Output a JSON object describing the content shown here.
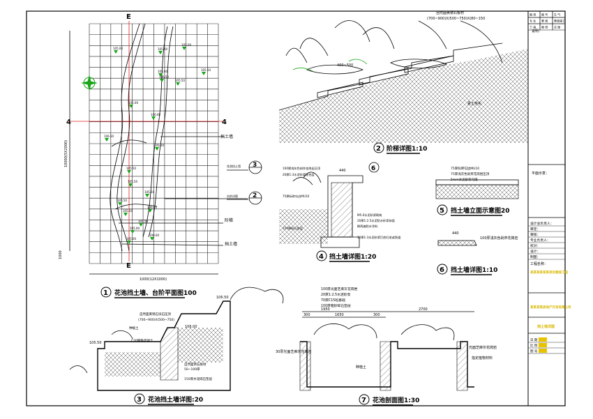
{
  "plan": {
    "label_e_top": "E",
    "label_e_bottom": "E",
    "label_4_left": "4",
    "label_4_right": "4",
    "elevations": [
      "105.00",
      "105.00",
      "105.50",
      "106.50",
      "105.00",
      "105.50",
      "105.00",
      "106.00",
      "106.50",
      "105.00",
      "105.50",
      "105.50",
      "106.00",
      "105.50",
      "105.50",
      "105.00",
      "105.00",
      "105.00",
      "106.00",
      "105.50",
      "105.50"
    ],
    "vdim": "10000(5X2000)",
    "hdim": "1000(12X1000)",
    "small_dim": "1000",
    "retaining_wall": "挡土墙",
    "steps": "阶梯",
    "retaining_wall2": "挡土墙",
    "callout_3_text": "花池挡土墙",
    "callout_2_text": "台阶详图",
    "callout_3": "3",
    "callout_2": "2",
    "title_num": "1",
    "title": "花池挡土墙、台阶平面图100"
  },
  "steps_detail": {
    "note1": "自然面黄锈石板材",
    "note2": "(700~900)X(500~750)X(80~150",
    "note3": "素土夯实",
    "dim": "400~500",
    "title_num": "2",
    "title": "阶梯详图1:10"
  },
  "wall_detail": {
    "callout": "6",
    "dim": "440",
    "notes": [
      "100厚浅灰色剁斧花岗岩压顶",
      "20厚1:3水泥砂浆结合层",
      "75厚标砖勾边MU10",
      "M5.0水泥砂浆砌筑",
      "20厚1:2.5水泥防水砂浆抹面",
      "刷两遍防水涂料",
      "150厚碎石垫层",
      "10厚1:3水泥砂浆打底扫毛或划道"
    ],
    "title_num": "4",
    "title": "挡土墙详图1:20"
  },
  "wall_elev": {
    "notes": [
      "75厚标砖勾边MU10",
      "75厚浅灰色剁斧花岗岩压顶",
      "5mm水泥砂浆勾缝"
    ],
    "title_num": "5",
    "title": "挡土墙立面示意图20"
  },
  "coping": {
    "dim": "440",
    "note": "100厚浅灰色剁斧花岗岩",
    "title_num": "6",
    "title": "挡土墙详图1:10"
  },
  "planter_wall": {
    "elev1": "106.50",
    "elev2": "106.00",
    "elev3": "105.50",
    "notes": [
      "自然面黄锈石块石压顶",
      "(700~900)X(500~750)",
      "种植土",
      "C20钢筋混凝土",
      "自然面锈石板材",
      "50~100厚",
      "150厚水泥碎石垫层"
    ],
    "title_num": "3",
    "title": "花池挡土墙详图:20"
  },
  "planter_section": {
    "notes": [
      "100厚光面芝麻灰花岗岩",
      "20厚1:2.5水泥砂浆",
      "70厚C15砼基础",
      "100厚粗砂碎石垫层"
    ],
    "dim_total": "2700",
    "dim_a": "1950",
    "dims": [
      "300",
      "1650",
      "300"
    ],
    "side_note1": "30厚光面芝麻灰花岗岩",
    "side_note2": "种植土",
    "side_note3": "光面芝麻灰花岗岩",
    "side_note4": "指定植物材料",
    "title_num": "7",
    "title": "花池剖面图1:30"
  },
  "titleblock": {
    "rows_top": [
      [
        "图 纸",
        "图 号",
        "生 气"
      ],
      [
        "专 业",
        "景 观",
        "景观施工"
      ],
      [
        "工 程",
        "图 纸",
        "总 图"
      ]
    ],
    "remark_label": "说明：",
    "stamp_label": "平面示意：",
    "sign_rows": [
      "设计总负责人：",
      "审定：",
      "审核：",
      "专业负责人：",
      "校对：",
      "设计：",
      "制图："
    ],
    "project_label": "工程名称：",
    "project_name": "某某某某某某项目景观工程",
    "client_name": "某某某某房地产开发有限公司",
    "drawing_name": "挡土墙详图",
    "bottom_rows": [
      "日 期",
      "比 例",
      "图 号"
    ]
  }
}
